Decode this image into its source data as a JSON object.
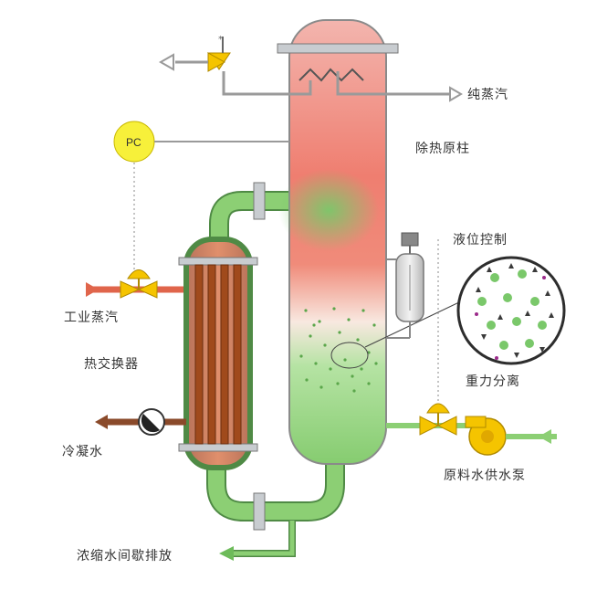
{
  "labels": {
    "pure_steam": "纯蒸汽",
    "stripping_column": "除热原柱",
    "level_control": "液位控制",
    "industrial_steam": "工业蒸汽",
    "heat_exchanger": "热交换器",
    "gravity_separation": "重力分离",
    "condensate": "冷凝水",
    "feed_pump": "原料水供水泵",
    "blowdown": "浓缩水间歇排放",
    "pressure_controller": "PC"
  },
  "colors": {
    "column_top": "#e8857f",
    "column_mid": "#f07a6e",
    "column_bottom": "#8fd07a",
    "pipe_green": "#8ccf74",
    "pipe_outline": "#4f8a45",
    "valve_yellow": "#f5c400",
    "pc_yellow": "#f7f03a",
    "steam_red": "#e0654b",
    "condensate_brown": "#8a4a2a",
    "flange_gray": "#c8ccd0",
    "tube_brown": "#a04a1c"
  }
}
